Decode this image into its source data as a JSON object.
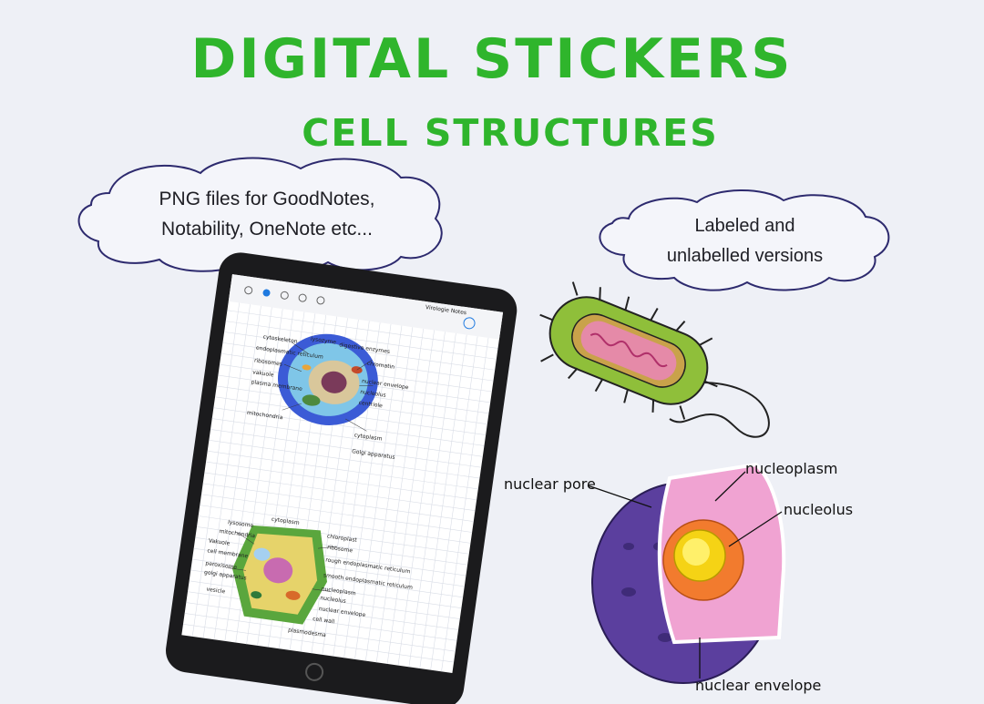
{
  "header": {
    "title": "DIGITAL STICKERS",
    "subtitle": "CELL STRUCTURES"
  },
  "clouds": {
    "left_line1": "PNG files for GoodNotes,",
    "left_line2": "Notability, OneNote etc...",
    "right_line1": "Labeled and",
    "right_line2": "unlabelled versions"
  },
  "nucleus_labels": {
    "pore": "nuclear pore",
    "nucleoplasm": "nucleoplasm",
    "nucleolus": "nucleolus",
    "envelope": "nuclear envelope"
  },
  "tablet": {
    "toolbar_title": "Virologie Notes",
    "animal_cell_labels": [
      "cytoskeleton",
      "lysozyme",
      "digestive enzymes",
      "endoplasmatic reticulum",
      "chromatin",
      "ribosomes",
      "nuclear envelope",
      "vakuole",
      "nucleolus",
      "plasma membrane",
      "centriole",
      "mitochondria",
      "cytoplasm",
      "Golgi apparatus"
    ],
    "plant_cell_labels": [
      "cytoplasm",
      "lysosome",
      "chloroplast",
      "mitochondria",
      "ribosome",
      "Vakuole",
      "cell membrane",
      "rough endoplasmatic reticulum",
      "peroxisome",
      "smooth endoplasmatic reticulum",
      "golgi apparatus",
      "nucleoplasm",
      "nucleolus",
      "vesicle",
      "nuclear envelope",
      "cell wall",
      "plasmodesma"
    ]
  },
  "colors": {
    "title_green": "#2fb52c",
    "background": "#eef0f6",
    "cloud_stroke": "#2d2a6e"
  }
}
